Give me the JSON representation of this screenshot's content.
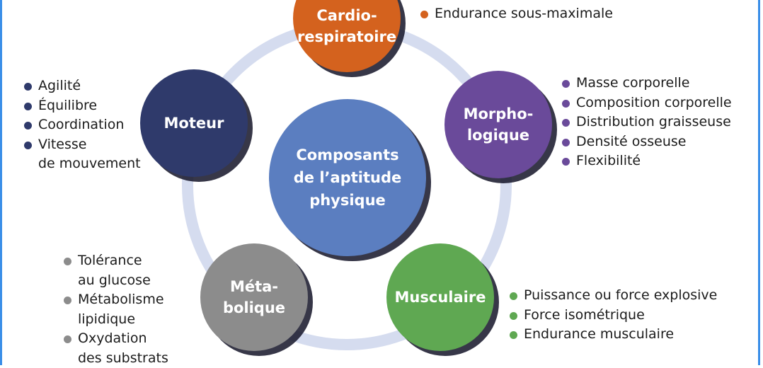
{
  "center": {
    "lines": [
      "Composants",
      "de l’aptitude",
      "physique"
    ],
    "color": "#5b7ec0"
  },
  "ring_color": "#d5dcef",
  "nodes": [
    {
      "id": "cardio",
      "lines": [
        "Cardio-",
        "respiratoire"
      ],
      "color": "#d4621e",
      "items": [
        "Endurance sous-maximale"
      ]
    },
    {
      "id": "morpho",
      "lines": [
        "Morpho-",
        "logique"
      ],
      "color": "#6a4a9a",
      "items": [
        "Masse corporelle",
        "Composition corporelle",
        "Distribution graisseuse",
        "Densité osseuse",
        "Flexibilité"
      ]
    },
    {
      "id": "musculaire",
      "lines": [
        "Musculaire"
      ],
      "color": "#5fa852",
      "items": [
        "Puissance ou force explosive",
        "Force isométrique",
        "Endurance musculaire"
      ]
    },
    {
      "id": "metabolique",
      "lines": [
        "Méta-",
        "bolique"
      ],
      "color": "#8c8c8c",
      "items": [
        "Tolérance\nau glucose",
        "Métabolisme\nlipidique",
        "Oxydation\ndes substrats"
      ]
    },
    {
      "id": "moteur",
      "lines": [
        "Moteur"
      ],
      "color": "#2f3a6b",
      "items": [
        "Agilité",
        "Équilibre",
        "Coordination",
        "Vitesse\nde mouvement"
      ]
    }
  ]
}
